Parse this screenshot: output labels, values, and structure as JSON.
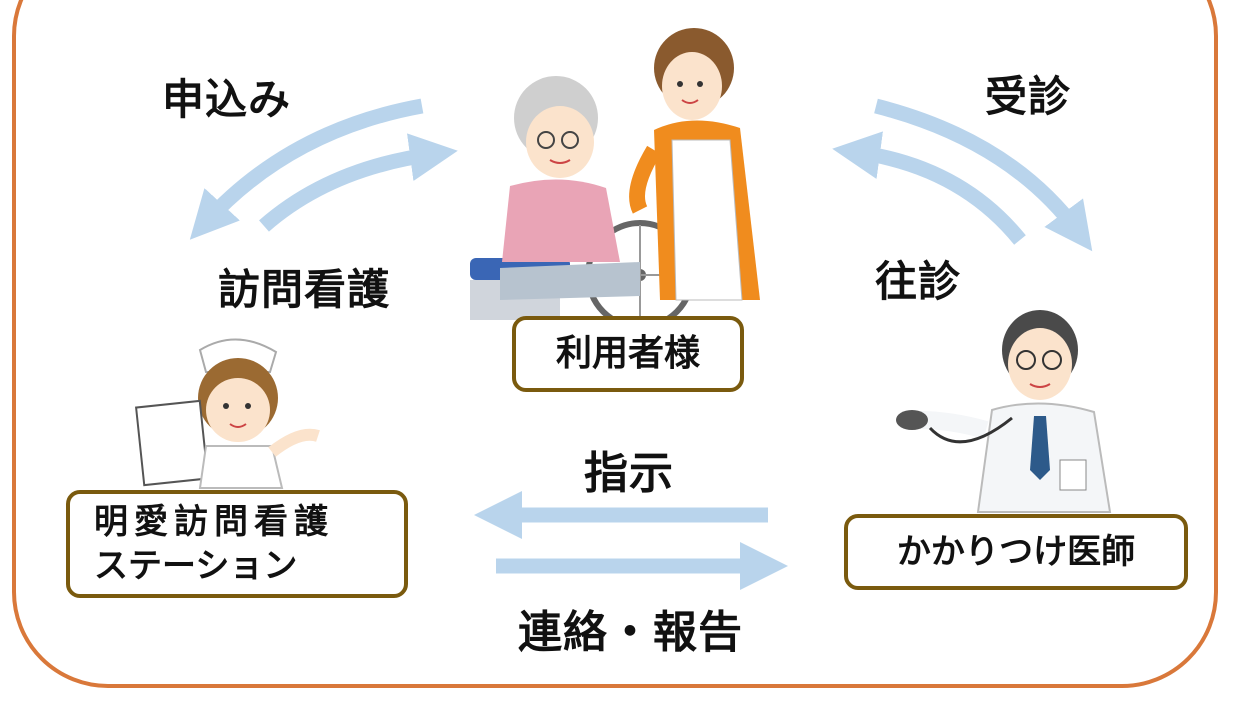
{
  "nodes": {
    "patient": "利用者様",
    "station_line1": "明愛訪問看護",
    "station_line2": "ステーション",
    "doctor": "かかりつけ医師"
  },
  "edges": {
    "apply": "申込み",
    "visit_nursing": "訪問看護",
    "consultation": "受診",
    "house_call": "往診",
    "instruction": "指示",
    "report": "連絡・報告"
  },
  "colors": {
    "frame": "#d9783a",
    "arrow": "#b9d4ec",
    "box_border": "#7a5a0e"
  },
  "icons": [
    "elderly-patient-with-caregiver-icon",
    "nurse-icon",
    "doctor-icon"
  ]
}
